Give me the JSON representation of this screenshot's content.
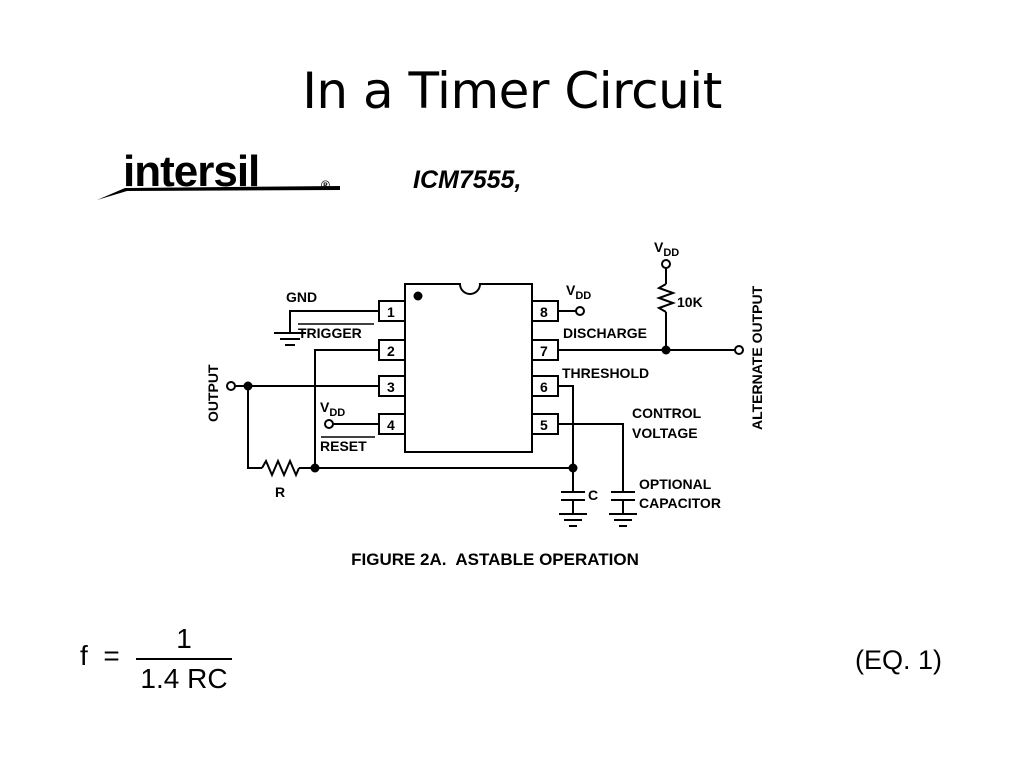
{
  "title": "In a Timer Circuit",
  "logo": {
    "text": "intersil",
    "registered": "®"
  },
  "part_number": "ICM7555,",
  "diagram": {
    "labels": {
      "gnd": "GND",
      "trigger": "TRIGGER",
      "output": "OUTPUT",
      "vdd_main": "V",
      "vdd_sub": "DD",
      "reset": "RESET",
      "r": "R",
      "c": "C",
      "discharge": "DISCHARGE",
      "threshold": "THRESHOLD",
      "control_voltage_1": "CONTROL",
      "control_voltage_2": "VOLTAGE",
      "optional_capacitor_1": "OPTIONAL",
      "optional_capacitor_2": "CAPACITOR",
      "resistor_10k": "10K",
      "alternate_output": "ALTERNATE OUTPUT"
    },
    "pins": [
      "1",
      "2",
      "3",
      "4",
      "5",
      "6",
      "7",
      "8"
    ]
  },
  "caption": "FIGURE 2A.  ASTABLE OPERATION",
  "formula": {
    "lhs": "f  =",
    "numerator": "1",
    "denominator": "1.4 RC"
  },
  "equation_label": "(EQ. 1)"
}
